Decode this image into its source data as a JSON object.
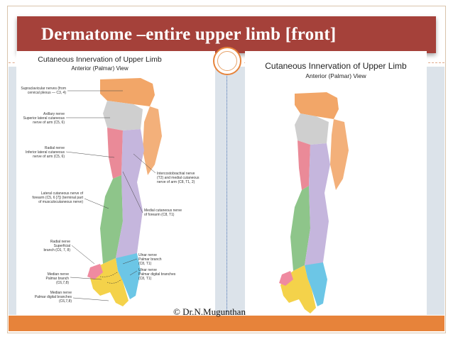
{
  "slide": {
    "title": "Dermatome –entire upper limb [front]",
    "copyright": "© Dr.N.Mugunthan"
  },
  "left_figure": {
    "title": "Cutaneous Innervation of Upper Limb",
    "subtitle": "Anterior (Palmar) View",
    "labels": [
      "Supraclavicular nerves (from\ncervical plexus — C3, 4)",
      "Axillary nerve\nSuperior lateral cutaneous\nnerve of arm (C5, 6)",
      "Radial nerve\nInferior lateral cutaneous\nnerve of arm (C5, 6)",
      "Intercostobrachial nerve\n(T2) and medial cutaneous\nnerve of arm (C8, T1, 2)",
      "Lateral cutaneous nerve of\nforearm (C5, 6 [7]) (terminal part\nof musculocutaneous nerve)",
      "Medial cutaneous nerve\nof forearm (C8, T1)",
      "Radial nerve\nSuperficial\nbranch (C6, 7, 8)",
      "Ulnar nerve\nPalmar branch\n(C8, T1)",
      "Median nerve\nPalmar branch\n(C6,7,8)",
      "Ulnar nerve\nPalmar digital branches\n(C8, T1)",
      "Median nerve\nPalmar digital branches\n(C6,7,8)"
    ]
  },
  "right_figure": {
    "title": "Cutaneous Innervation of Upper Limb",
    "subtitle": "Anterior (Palmar) View"
  },
  "colors": {
    "title_bar": "#a5413a",
    "accent": "#e7833a",
    "background": "#dce3ea"
  }
}
